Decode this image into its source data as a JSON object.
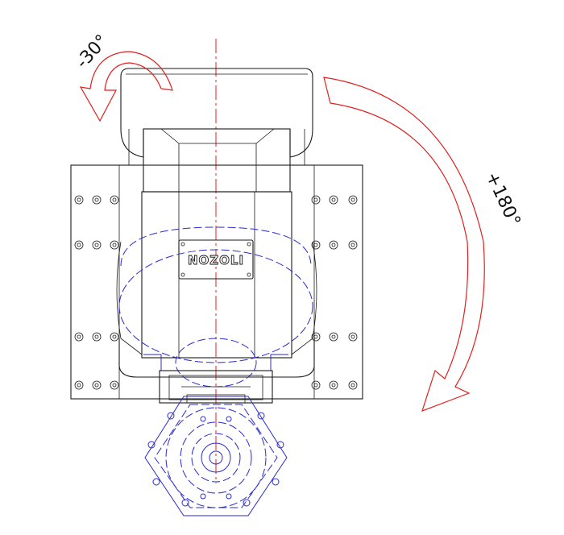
{
  "labels": {
    "negative_angle": "-30°",
    "positive_angle": "+180°",
    "brand": "NOZOLI"
  },
  "colors": {
    "arrow": "#e02020",
    "centerline": "#e02020",
    "hidden_lines": "#2a2ad0",
    "outline": "#1a1a1a"
  }
}
